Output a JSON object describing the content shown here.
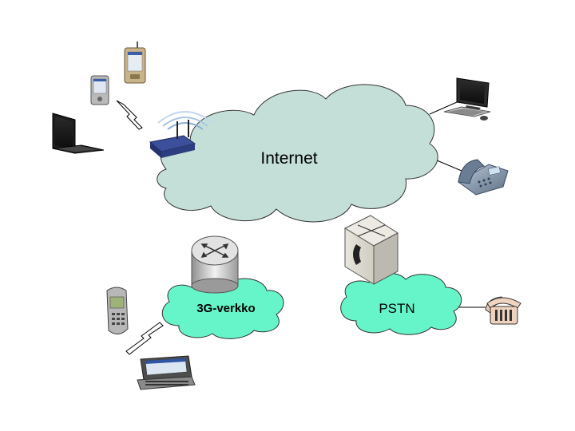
{
  "labels": {
    "internet": "Internet",
    "mobile_network": "3G-verkko",
    "pstn": "PSTN"
  },
  "colors": {
    "internet_cloud": "#c4dfd8",
    "mobile_cloud": "#66f5c8",
    "pstn_cloud": "#66f5c8",
    "outline": "#333333",
    "wireless_bolt": "#ffffff"
  },
  "icons": [
    "laptop-icon",
    "pda-icon",
    "smartphone-icon",
    "wireless-router-icon",
    "desktop-computer-icon",
    "ip-phone-icon",
    "router-icon",
    "telephone-switch-icon",
    "mobile-phone-icon",
    "communicator-phone-icon",
    "landline-phone-icon"
  ]
}
